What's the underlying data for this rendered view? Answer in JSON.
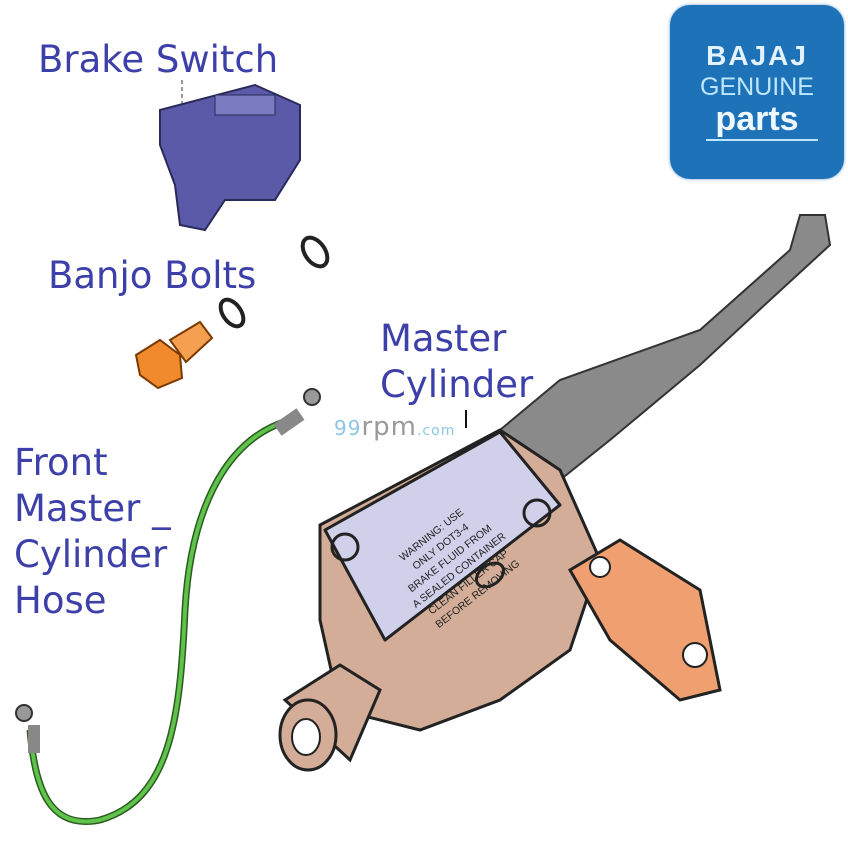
{
  "labels": {
    "brake_switch": "Brake Switch",
    "banjo_bolts": "Banjo Bolts",
    "master_cylinder": [
      "Master",
      "Cylinder"
    ],
    "hose": [
      "Front",
      "Master _",
      "Cylinder",
      "Hose"
    ]
  },
  "logo": {
    "brand": "BAJAJ",
    "line1": "GENUINE",
    "line2": "parts",
    "background": "#1e72b8"
  },
  "watermark": {
    "digits": "99",
    "rpm": "rpm",
    "domain": ".com"
  },
  "cap_text": [
    "WARNING: USE",
    "ONLY DOT3-4",
    "BRAKE FLUID FROM",
    "A SEALED CONTAINER",
    "CLEAN FILLER CAP",
    "BEFORE REMOVING"
  ],
  "colors": {
    "label": "#3d40a8",
    "switch": "#5a5aa8",
    "bolt": "#f08a2c",
    "hose": "#5fc24a",
    "body": "#d3ad98",
    "clamp": "#f0a070",
    "cap": "#d0d0ea",
    "lever": "#8a8a8a"
  }
}
